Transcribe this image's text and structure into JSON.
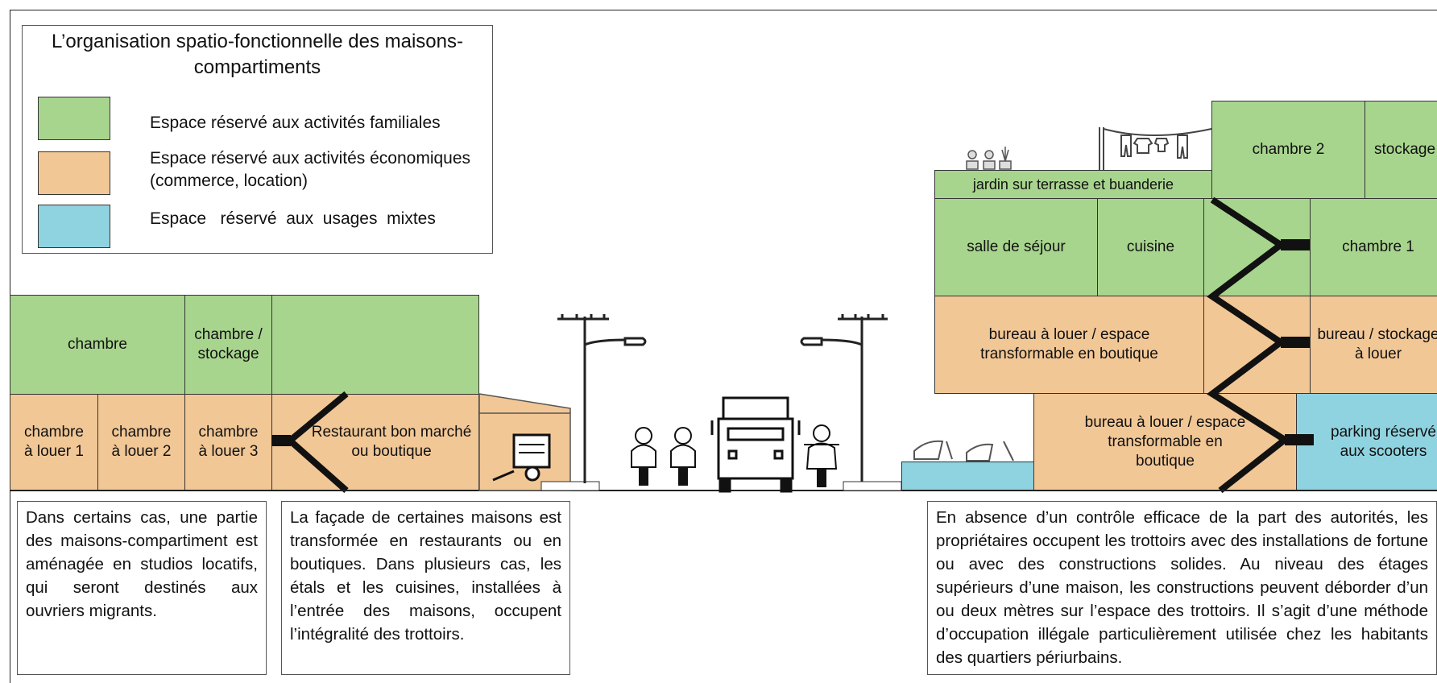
{
  "legend": {
    "title": "L’organisation spatio-fonctionnelle des maisons-compartiments",
    "items": [
      {
        "color": "#a8d58e",
        "label": "Espace réservé aux activités familiales"
      },
      {
        "color": "#f2c796",
        "label_line1": "Espace réservé aux activités économiques",
        "label_line2": "(commerce, location)"
      },
      {
        "color": "#8fd3e0",
        "label": "Espace   réservé  aux  usages  mixtes"
      }
    ]
  },
  "left_house": {
    "chambre": "chambre",
    "chambre_stockage": "chambre / stockage",
    "chambre_louer_1": "chambre à louer 1",
    "chambre_louer_2": "chambre à louer 2",
    "chambre_louer_3": "chambre à louer 3",
    "restaurant": "Restaurant bon marché ou boutique"
  },
  "right_house": {
    "jardin": "jardin sur terrasse et buanderie",
    "chambre_2": "chambre 2",
    "stockage": "stockage",
    "salle_sejour": "salle de séjour",
    "cuisine": "cuisine",
    "chambre_1": "chambre 1",
    "bureau_1": "bureau à louer / espace transformable en boutique",
    "bureau_stockage": "bureau / stockage à louer",
    "bureau_2": "bureau à louer / espace transformable en boutique",
    "parking": "parking réservé aux scooters"
  },
  "notes": {
    "left": "Dans certains cas, une partie des maisons-compartiment est aménagée en studios locatifs, qui seront destinés aux ouvriers migrants.",
    "middle": "La façade de certaines maisons est transformée en restaurants ou en boutiques. Dans plusieurs cas, les étals et les cuisines, installées à l’entrée des maisons, occupent l’intégralité des trottoirs.",
    "right": "En absence d’un contrôle efficace de la part des autorités, les propriétaires occupent les trottoirs avec des installations de fortune ou avec des constructions solides. Au niveau des étages supérieurs d’une maison, les constructions peuvent déborder d’un ou deux mètres sur l’espace des trottoirs. Il s’agit d’une méthode d’occupation illégale particulièrement utilisée chez les habitants des quartiers périurbains."
  },
  "colors": {
    "family": "#a8d58e",
    "economic": "#f2c796",
    "mixed": "#8fd3e0"
  }
}
